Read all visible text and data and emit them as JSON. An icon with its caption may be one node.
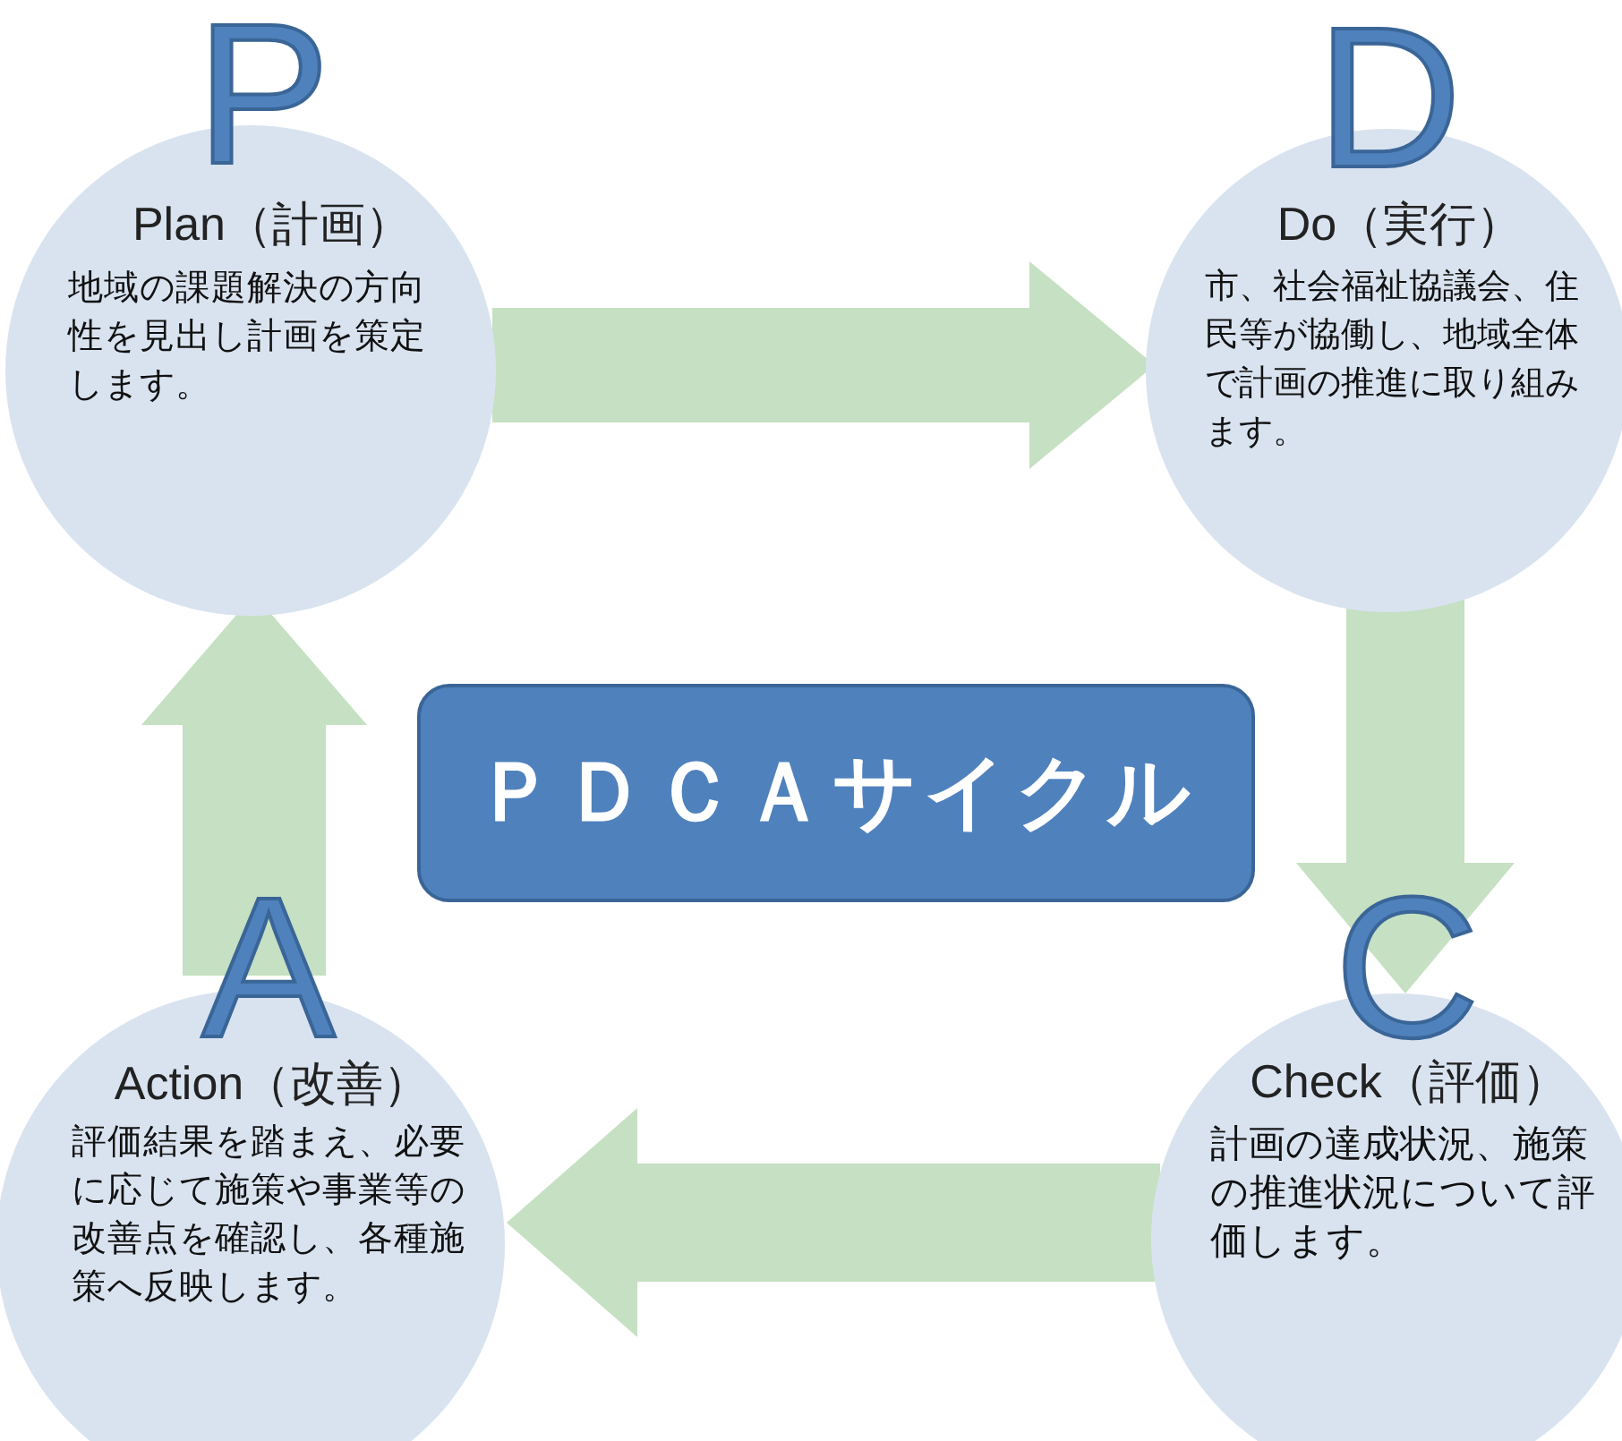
{
  "diagram": {
    "nodes": [
      {
        "text": [
          "P",
          "Plan（計画）",
          "地域の課題解決の方向性を見出し計画を策定します。"
        ]
      },
      {
        "text": [
          "D",
          "Do（実行）",
          "市、社会福祉協議会、住民等が協働し、地域全体で計画の推進に取り組みます。"
        ]
      },
      {
        "text": [
          "ＰＤＣＡサイクル"
        ]
      },
      {
        "text": [
          "A",
          "Action（改善）",
          "評価結果を踏まえ、必要に応じて施策や事業等の改善点を確認し、各種施策へ反映します。"
        ]
      },
      {
        "text": [
          "C",
          "Check（評価）",
          "計画の達成状況、施策の推進状況について評価します。"
        ]
      }
    ],
    "edges": [
      {
        "from": 0,
        "to": 1,
        "arrow": "to"
      },
      {
        "from": 1,
        "to": 4,
        "arrow": "to"
      },
      {
        "from": 4,
        "to": 3,
        "arrow": "to"
      },
      {
        "from": 3,
        "to": 0,
        "arrow": "to"
      }
    ]
  }
}
